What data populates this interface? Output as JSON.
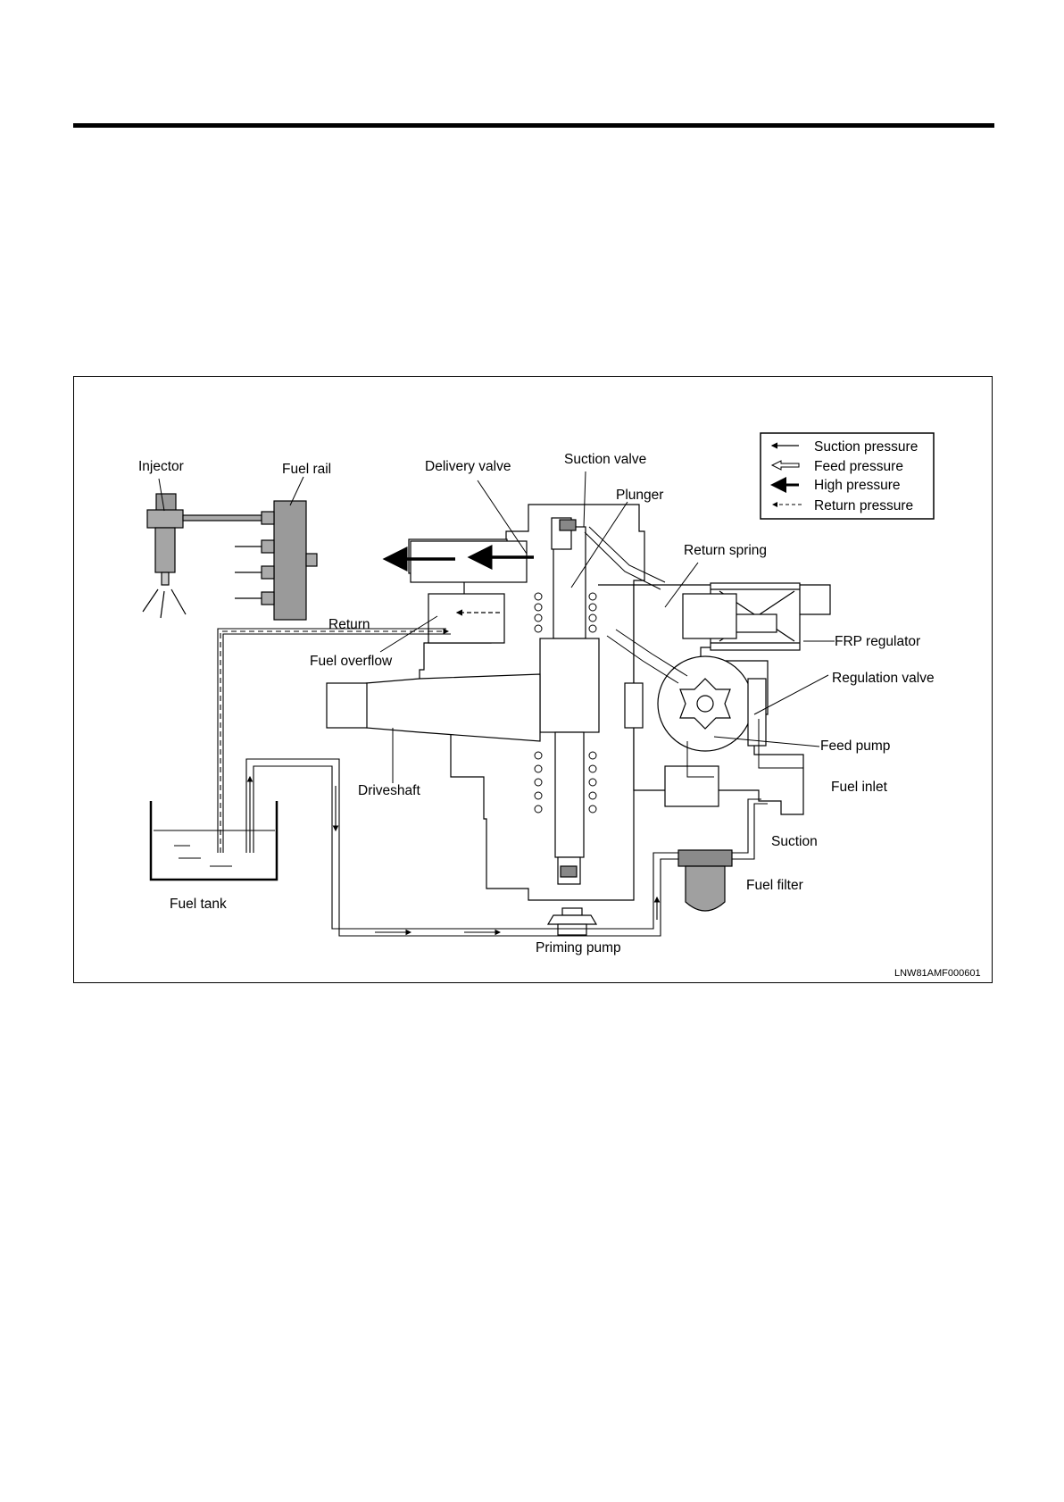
{
  "figure": {
    "labels": {
      "injector": "Injector",
      "fuel_rail": "Fuel rail",
      "delivery_valve": "Delivery valve",
      "suction_valve": "Suction valve",
      "plunger": "Plunger",
      "return_spring": "Return spring",
      "return": "Return",
      "fuel_overflow": "Fuel overflow",
      "frp_regulator": "FRP regulator",
      "regulation_valve": "Regulation valve",
      "driveshaft": "Driveshaft",
      "feed_pump": "Feed pump",
      "fuel_inlet": "Fuel inlet",
      "suction": "Suction",
      "fuel_filter": "Fuel filter",
      "fuel_tank": "Fuel tank",
      "priming_pump": "Priming pump"
    },
    "legend": [
      {
        "label": "Suction pressure",
        "style": "thin-arrow"
      },
      {
        "label": "Feed pressure",
        "style": "hollow-arrow"
      },
      {
        "label": "High pressure",
        "style": "bold-arrow"
      },
      {
        "label": "Return pressure",
        "style": "dashed-arrow"
      }
    ],
    "figure_code": "LNW81AMF000601"
  }
}
